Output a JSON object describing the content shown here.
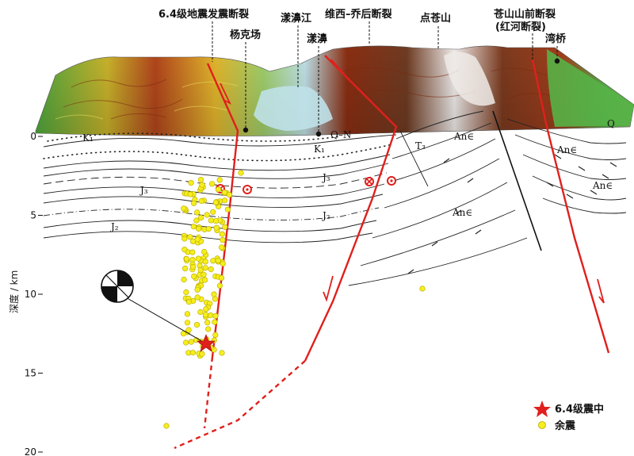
{
  "labels": {
    "fault_64": "6.4级地震发震断裂",
    "yangkechang": "杨克场",
    "yangbijiang": "漾濞江",
    "yangbi": "漾濞",
    "weixi_qiaohou": "维西–乔后断裂",
    "diancangshan": "点苍山",
    "cangshan_front_1": "苍山山前断裂",
    "cangshan_front_2": "(红河断裂)",
    "wanqiao": "湾桥"
  },
  "strata": {
    "k1_left": "K₁",
    "k1_mid": "K₁",
    "q_n": "Q–N",
    "q_right": "Q",
    "t3": "T₃",
    "an_top": "An∈",
    "an_mid": "An∈",
    "an_r1": "An∈",
    "an_r2": "An∈",
    "j3_left": "J₃",
    "j3_mid": "J₃",
    "j2_left": "J₂",
    "j2_mid": "J₂"
  },
  "axis": {
    "title": "深度 / km",
    "ticks": [
      {
        "label": "0",
        "depth": 0
      },
      {
        "label": "5",
        "depth": 5
      },
      {
        "label": "10",
        "depth": 10
      },
      {
        "label": "15",
        "depth": 15
      },
      {
        "label": "20",
        "depth": 20
      }
    ]
  },
  "legend": {
    "epicenter": "6.4级震中",
    "aftershock": "余震"
  },
  "colors": {
    "fault": "#e0201c",
    "aftershock": "#f5ee1e",
    "star": "#e0201c",
    "terrain_high": "#8a3a1a",
    "terrain_mid": "#d9b42b",
    "terrain_low": "#5fb04a",
    "valley": "#b9dfe6"
  },
  "icons": {
    "strike_away": "circle-cross-icon",
    "strike_toward": "circle-dot-icon",
    "focal_mechanism": "beachball-icon"
  }
}
